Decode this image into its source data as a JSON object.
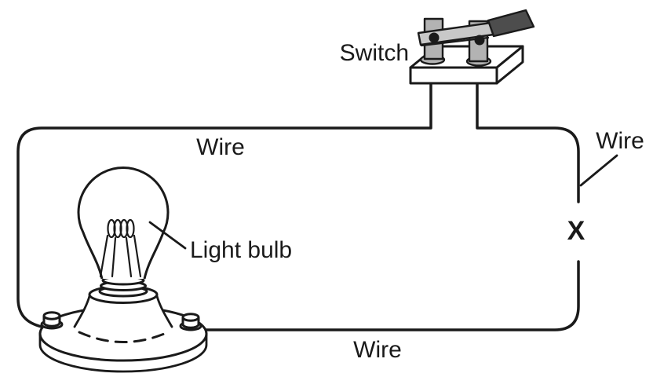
{
  "labels": {
    "switch": "Switch",
    "wire_top": "Wire",
    "wire_right": "Wire",
    "wire_bottom": "Wire",
    "light_bulb": "Light bulb",
    "point_x": "X"
  },
  "colors": {
    "ink": "#1a1a1a",
    "paper": "#ffffff",
    "switch_post": "#b3b3b3",
    "switch_blade": "#c8c8c8",
    "switch_handle": "#4d4d4d"
  }
}
